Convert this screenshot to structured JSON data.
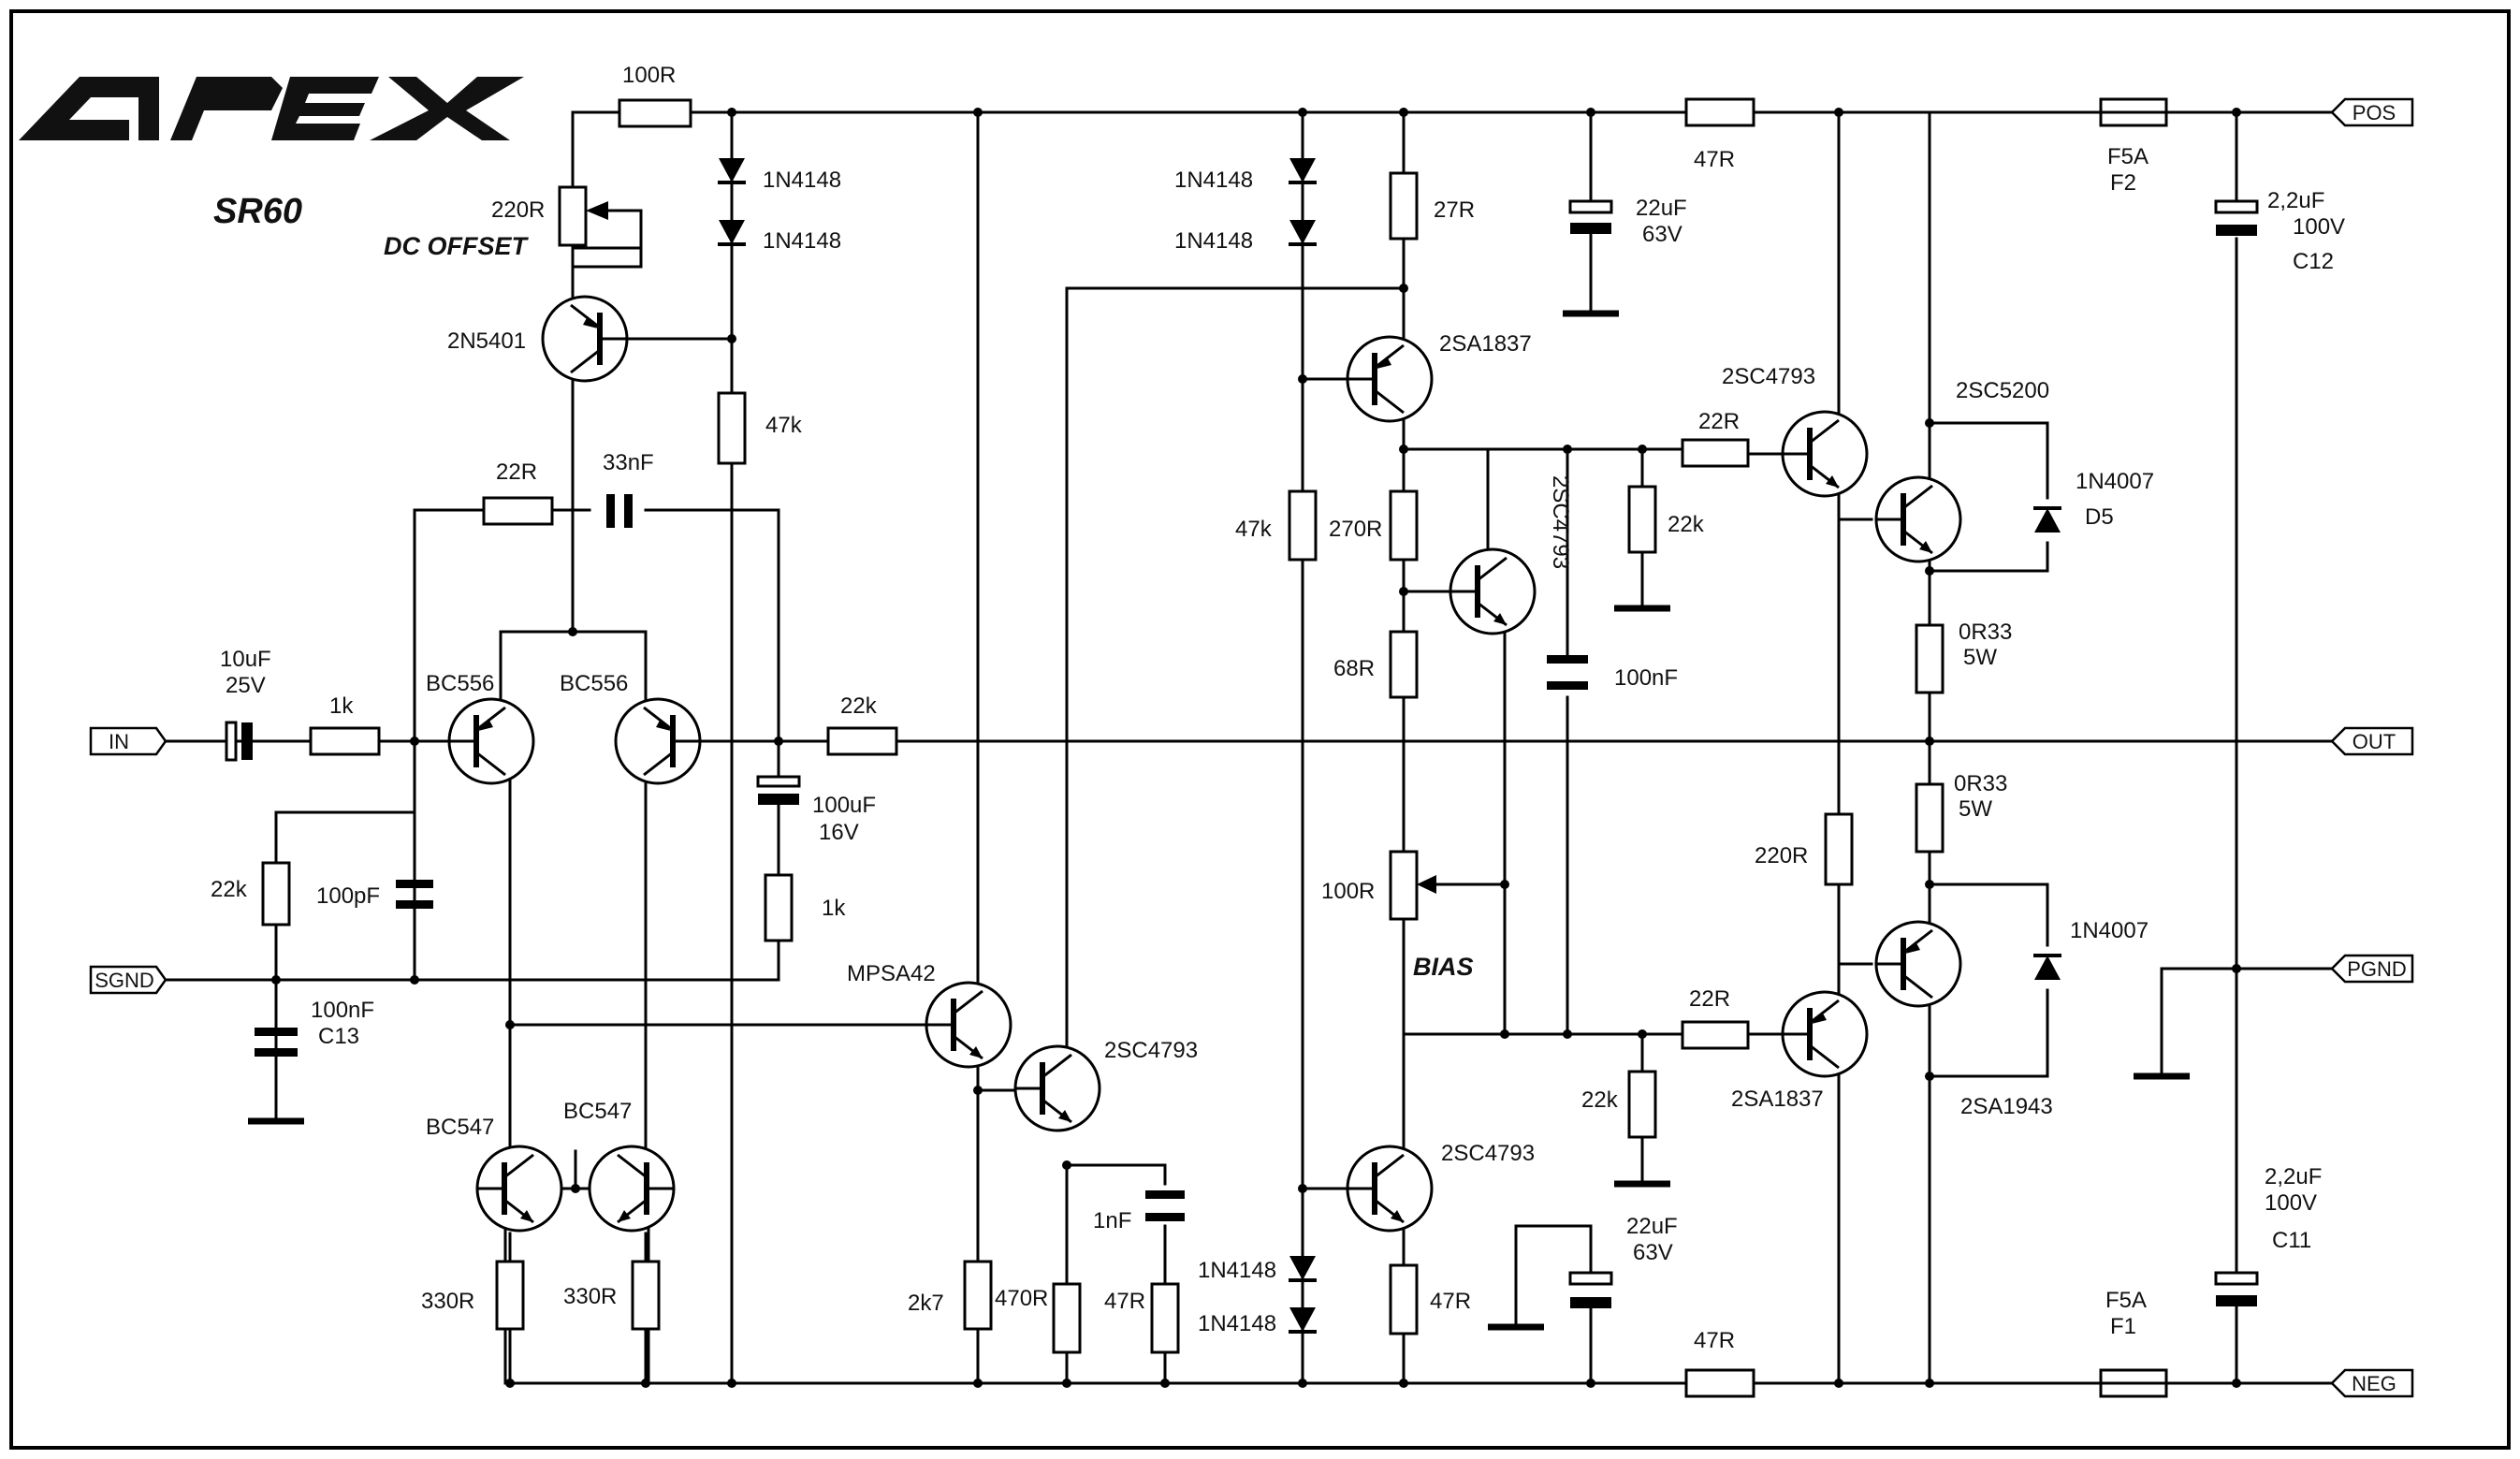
{
  "brand": "APEX",
  "model": "SR60",
  "annotations": {
    "dc_offset": "DC OFFSET",
    "bias": "BIAS"
  },
  "ports": {
    "in": "IN",
    "sgnd": "SGND",
    "pos": "POS",
    "out": "OUT",
    "pgnd": "PGND",
    "neg": "NEG"
  },
  "labels": {
    "r_top_100r": "100R",
    "r_220r_pot": "220R",
    "d_1n4148_a": "1N4148",
    "d_1n4148_b": "1N4148",
    "q_2n5401": "2N5401",
    "r_47k_a": "47k",
    "r_22r_fb": "22R",
    "c_33nf": "33nF",
    "c_10uf_val": "10uF",
    "c_10uf_v": "25V",
    "r_1k_in": "1k",
    "q_bc556_l": "BC556",
    "q_bc556_r": "BC556",
    "r_22k_fb": "22k",
    "c_100uf_val": "100uF",
    "c_100uf_v": "16V",
    "r_1k_fb": "1k",
    "r_22k_in": "22k",
    "c_100pf": "100pF",
    "c_13_val": "100nF",
    "c_13_ref": "C13",
    "q_bc547_l": "BC547",
    "q_bc547_r": "BC547",
    "r_330r_l": "330R",
    "r_330r_r": "330R",
    "q_mpsa42": "MPSA42",
    "q_2sc4793_vas": "2SC4793",
    "r_2k7": "2k7",
    "r_470r": "470R",
    "c_1nf": "1nF",
    "r_47r_vas": "47R",
    "d_1n4148_c": "1N4148",
    "d_1n4148_d": "1N4148",
    "r_47k_b": "47k",
    "r_27r": "27R",
    "q_2sa1837_top": "2SA1837",
    "r_270r": "270R",
    "q_2sc4793_bias": "2SC4793",
    "r_68r": "68R",
    "c_100nf_mid": "100nF",
    "r_100r_bias": "100R",
    "q_2sc4793_bot": "2SC4793",
    "d_1n4148_e": "1N4148",
    "d_1n4148_f": "1N4148",
    "r_47r_bot": "47R",
    "c_22uf_top_val": "22uF",
    "c_22uf_top_v": "63V",
    "c_22uf_bot_val": "22uF",
    "c_22uf_bot_v": "63V",
    "r_47r_pos": "47R",
    "r_47r_neg": "47R",
    "q_2sc4793_drv": "2SC4793",
    "r_22r_drv_top": "22R",
    "r_22k_drv_top": "22k",
    "q_2sc5200": "2SC5200",
    "d_1n4007_top": "1N4007",
    "d5_ref": "D5",
    "r_0r33_top": "0R33",
    "r_0r33_top_w": "5W",
    "r_0r33_bot": "0R33",
    "r_0r33_bot_w": "5W",
    "r_220r_drv": "220R",
    "d_1n4007_bot": "1N4007",
    "r_22r_drv_bot": "22R",
    "q_2sa1837_drv": "2SA1837",
    "r_22k_drv_bot": "22k",
    "q_2sa1943": "2SA1943",
    "f2_val": "F5A",
    "f2_ref": "F2",
    "f1_val": "F5A",
    "f1_ref": "F1",
    "c12_val": "2,2uF",
    "c12_v": "100V",
    "c12_ref": "C12",
    "c11_val": "2,2uF",
    "c11_v": "100V",
    "c11_ref": "C11"
  }
}
